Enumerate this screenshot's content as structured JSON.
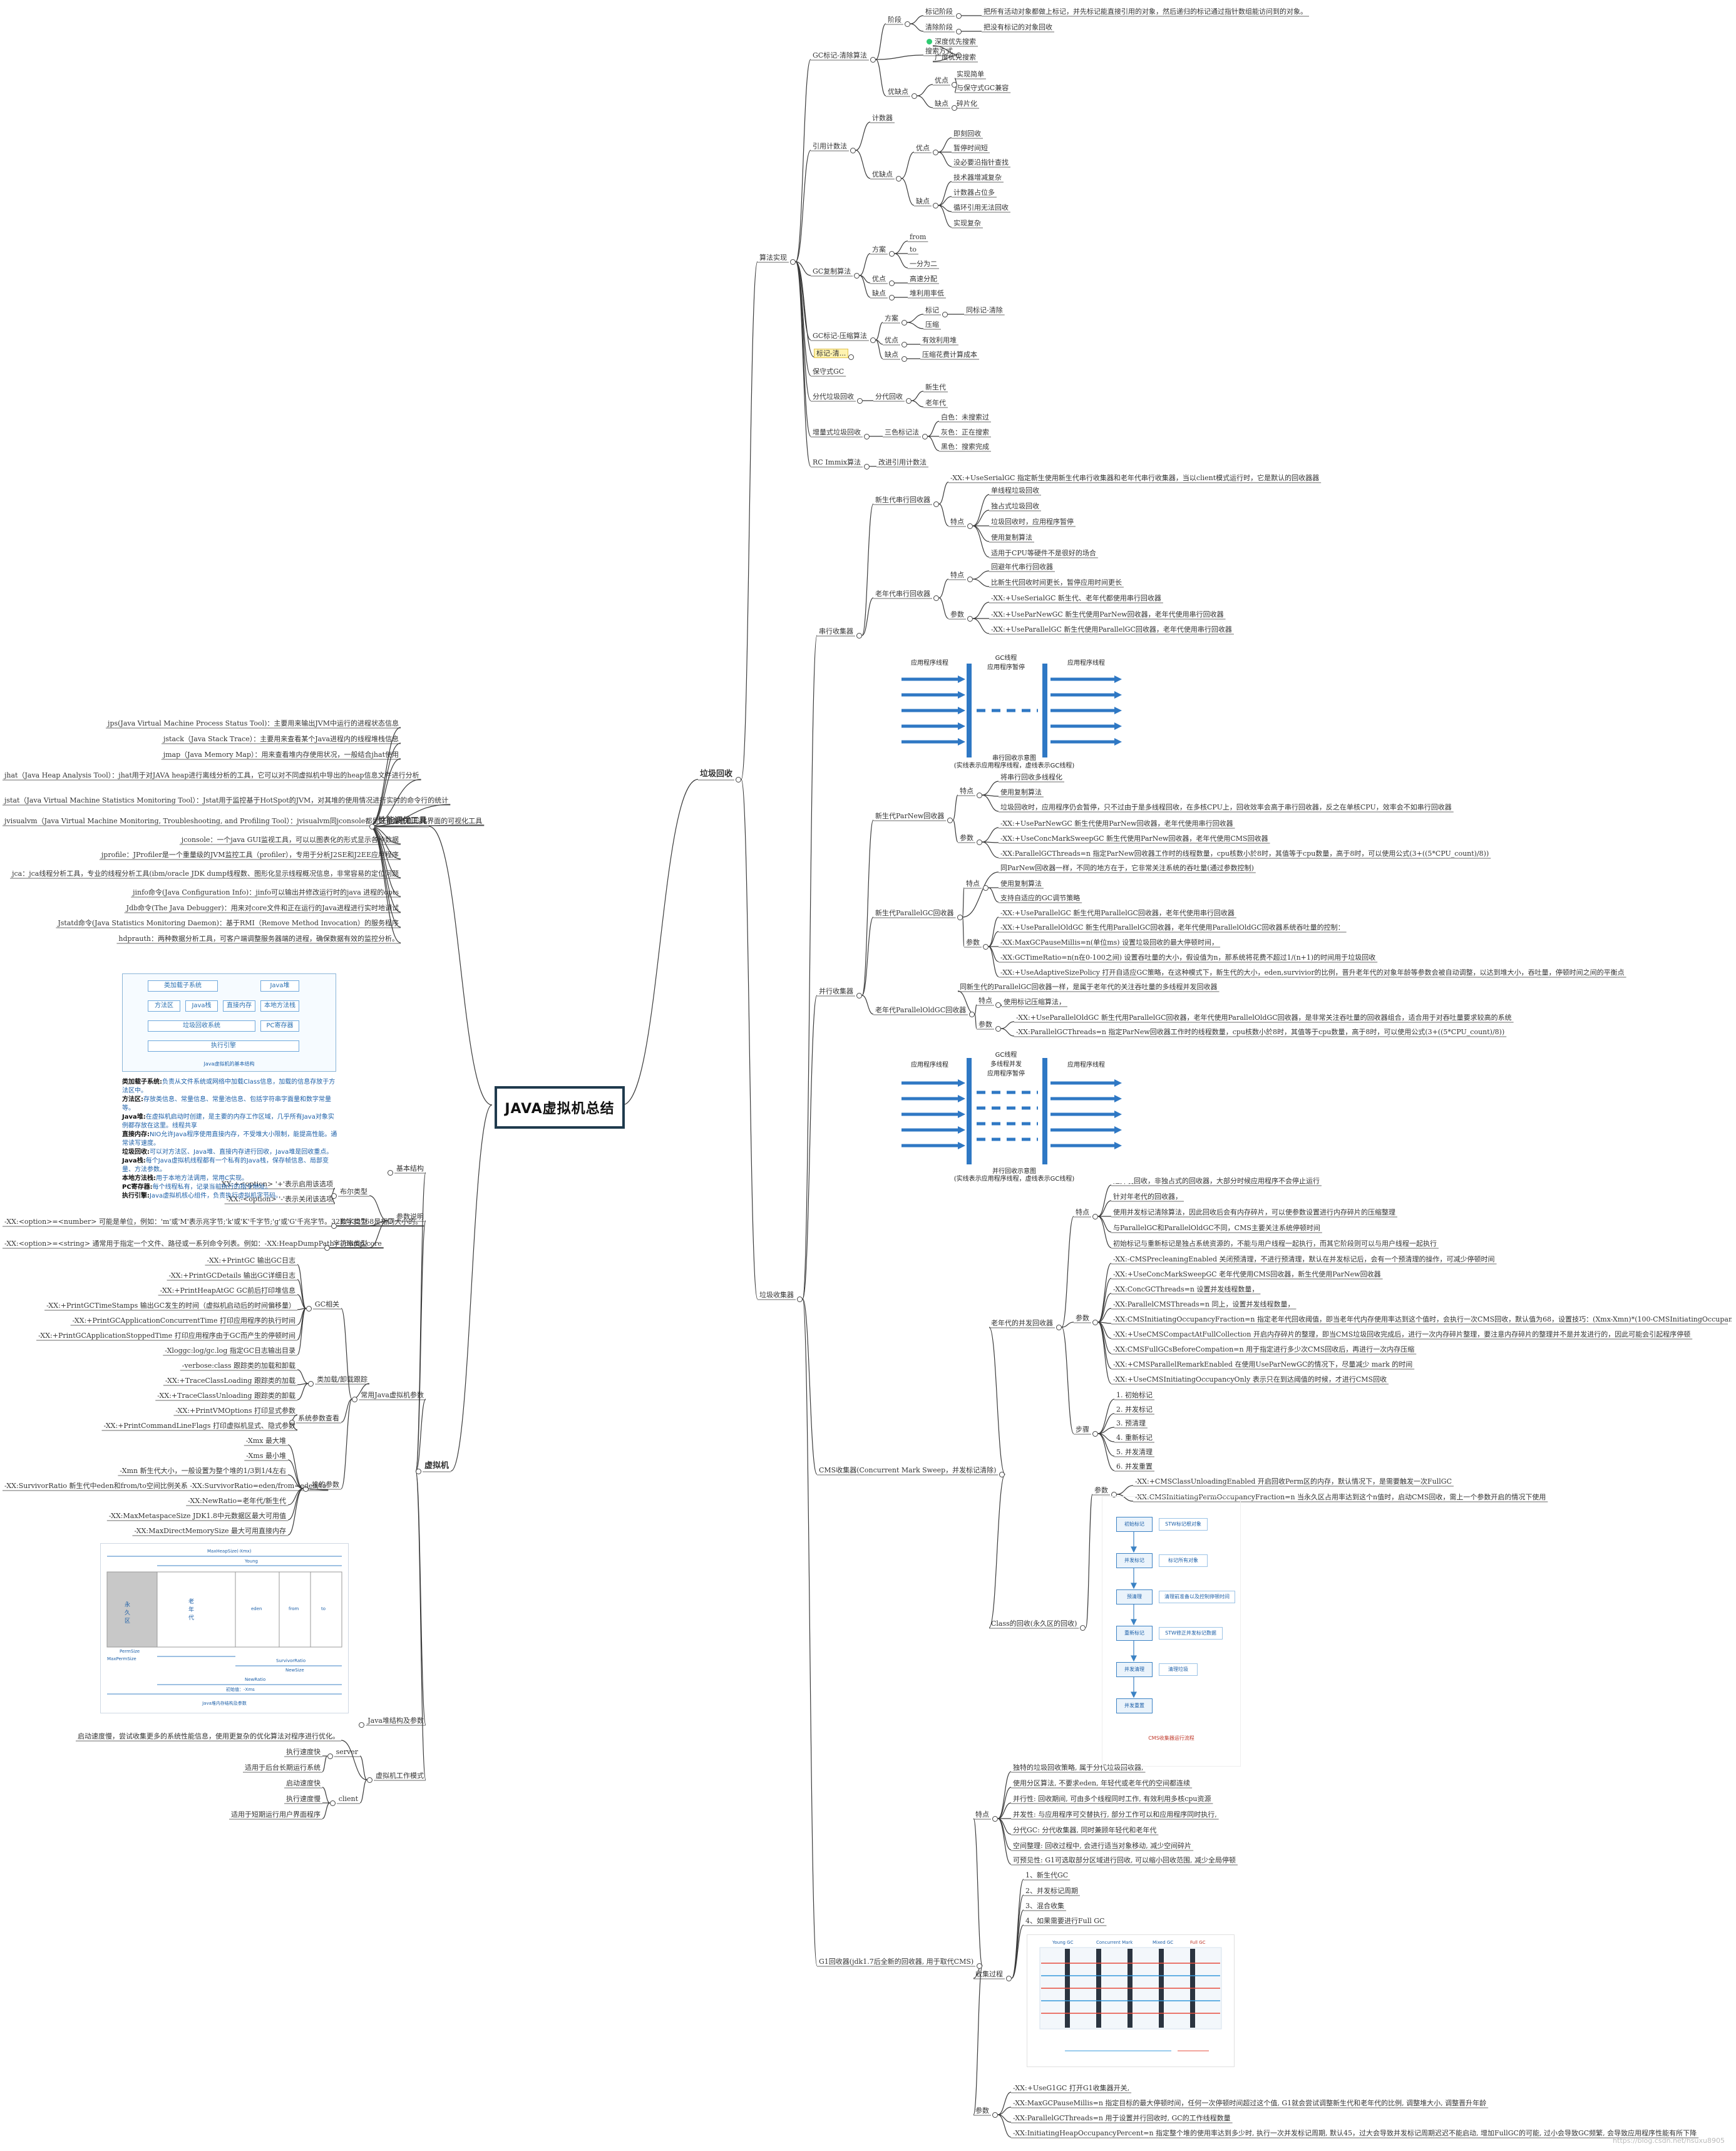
{
  "root": {
    "title": "JAVA虚拟机总结"
  },
  "watermark": "https://blog.csdn.net/hsuxu8905",
  "branches": {
    "gc": "垃圾回收",
    "algo": "算法实现",
    "collectors": "垃圾收集器",
    "tools": "性能调优工具",
    "jvm": "虚拟机"
  },
  "algo": {
    "mark_sweep": {
      "label": "GC标记-清除算法",
      "stage": "阶段",
      "mark": "标记阶段",
      "mark_desc": "把所有活动对象都做上标记，并先标记能直接引用的对象，然后递归的标记通过指针数组能访问到的对象。",
      "sweep": "清除阶段",
      "sweep_desc": "把没有标记的对象回收",
      "search": "搜索方式",
      "dfs": "深度优先搜索",
      "bfs": "广度优先搜索",
      "pros_cons": "优缺点",
      "pro": "优点",
      "p1": "实现简单",
      "p2": "与保守式GC兼容",
      "con": "缺点",
      "c1": "碎片化"
    },
    "ref_count": {
      "label": "引用计数法",
      "counter": "计数器",
      "pros_cons": "优缺点",
      "pro": "优点",
      "p1": "即刻回收",
      "p2": "暂停时间短",
      "p3": "没必要沿指针查找",
      "con": "缺点",
      "c1": "技术器增减复杂",
      "c2": "计数器占位多",
      "c3": "循环引用无法回收",
      "c4": "实现复杂"
    },
    "copying": {
      "label": "GC复制算法",
      "plan": "方案",
      "from": "from",
      "to": "to",
      "half": "一分为二",
      "pros_cons": "优点",
      "p1": "高速分配",
      "con": "缺点",
      "c1": "堆利用率低"
    },
    "mark_compact": {
      "label": "GC标记-压缩算法",
      "plan": "方案",
      "mark": "标记",
      "mark_note": "同标记-清除",
      "compact": "压缩",
      "pro": "优点",
      "p1": "有效利用堆",
      "con": "缺点",
      "c1": "压缩花费计算成本"
    },
    "mark_tidy": "标记-清...",
    "conservative": "保守式GC",
    "generational": {
      "label": "分代垃圾回收",
      "gen": "分代回收",
      "young": "新生代",
      "old": "老年代"
    },
    "incremental": {
      "label": "增量式垃圾回收",
      "tri": "三色标记法",
      "white": "白色：未搜索过",
      "grey": "灰色：正在搜索",
      "black": "黑色：搜索完成"
    },
    "rc_immix": {
      "label": "RC Immix算法",
      "desc": "改进引用计数法"
    }
  },
  "collectors": {
    "serial": {
      "label": "串行收集器",
      "young": "新生代串行回收器",
      "young_flag": "-XX:+UseSerialGC 指定新生使用新生代串行收集器和老年代串行收集器，当以client模式运行时，它是默认的回收器器",
      "young_feat": "特点",
      "yf1": "单线程垃圾回收",
      "yf2": "独占式垃圾回收",
      "yf3": "垃圾回收时，应用程序暂停",
      "yf4": "使用复制算法",
      "yf5": "适用于CPU等硬件不是很好的场合",
      "old": "老年代串行回收器",
      "old_feat": "特点",
      "of1": "回避年代串行回收器",
      "of2": "比新生代回收时间更长，暂停应用时间更长",
      "old_param": "参数",
      "op1": "-XX:+UseSerialGC 新生代、老年代都使用串行回收器",
      "op2": "-XX:+UseParNewGC 新生代使用ParNew回收器，老年代使用串行回收器",
      "op3": "-XX:+UseParallelGC 新生代使用ParallelGC回收器，老年代使用串行回收器",
      "diagram": {
        "app1": "应用程序线程",
        "gc": "GC线程\n应用程序暂停",
        "app2": "应用程序线程",
        "caption1": "串行回收示意图",
        "caption2": "(实线表示应用程序线程，虚线表示GC线程)"
      }
    },
    "parallel": {
      "label": "并行收集器",
      "parnew": "新生代ParNew回收器",
      "pn_feat": "特点",
      "pnf1": "将串行回收多线程化",
      "pnf2": "使用复制算法",
      "pnf3": "垃圾回收时，应用程序仍会暂停，只不过由于是多线程回收，在多核CPU上，回收效率会高于串行回收器，反之在单核CPU，效率会不如串行回收器",
      "pn_param": "参数",
      "pnp1": "-XX:+UseParNewGC 新生代使用ParNew回收器，老年代使用串行回收器",
      "pnp2": "-XX:+UseConcMarkSweepGC 新生代使用ParNew回收器，老年代使用CMS回收器",
      "pnp3": "-XX:ParallelGCThreads=n 指定ParNew回收器工作时的线程数量，cpu核数小於8时，其值等于cpu数量，高于8时，可以使用公式(3+((5*CPU_count)/8))",
      "pg": "新生代ParallelGC回收器",
      "pg_note": "同ParNew回收器一样，不同的地方在于，它非常关注系统的吞吐量(通过参数控制)",
      "pg_feat": "特点",
      "pgf1": "使用复制算法",
      "pgf2": "支持自适应的GC调节策略",
      "pg_param": "参数",
      "pgp1": "-XX:+UseParallelGC          新生代用ParallelGC回收器，老年代使用串行回收器",
      "pgp2": "-XX:+UseParallelOldGC     新生代用ParallelGC回收器，老年代使用ParallelOldGC回收器系统吞吐量的控制：",
      "pgp3": "-XX:MaxGCPauseMillis=n(单位ms)      设置垃圾回收的最大停顿时间，",
      "pgp4": "-XX:GCTimeRatio=n(n在0-100之间)      设置吞吐量的大小，假设值为n，那系统将花费不超过1/(n+1)的时间用于垃圾回收",
      "pgp5": "-XX:+UseAdaptiveSizePolicy        打开自适应GC策略，在这种模式下，新生代的大小，eden,survivior的比例，晋升老年代的对象年龄等参数会被自动调整，以达到堆大小，吞吐量，停顿时间之间的平衡点",
      "po": "老年代ParallelOldGC回收器",
      "po_note": "同新生代的ParallelGC回收器一样，是属于老年代的关注吞吐量的多线程并发回收器",
      "po_feat": "特点",
      "pof1": "使用标记压缩算法，",
      "po_param": "参数",
      "pop1": "-XX:+UseParallelOldGC     新生代用ParallelGC回收器，老年代使用ParallelOldGC回收器，是非常关注吞吐量的回收器组合，适合用于对吞吐量要求较高的系统",
      "pop2": "-XX:ParallelGCThreads=n      指定ParNew回收器工作时的线程数量，cpu核数小於8时，其值等于cpu数量，高于8时，可以使用公式(3+((5*CPU_count)/8))",
      "diagram": {
        "app1": "应用程序线程",
        "gc": "GC线程\n多线程并发\n应用程序暂停",
        "app2": "应用程序线程",
        "caption1": "并行回收示意图",
        "caption2": "(实线表示应用程序线程，虚线表示GC线程)"
      }
    },
    "cms": {
      "label": "CMS收集器(Concurrent Mark Sweep，并发标记清除)",
      "old": "老年代的并发回收器",
      "feat": "特点",
      "f1": "是并发回收，非独占式的回收器，大部分时候应用程序不会停止运行",
      "f2": "针对年老代的回收器，",
      "f3": "使用并发标记清除算法，因此回收后会有内存碎片，可以使参数设置进行内存碎片的压缩整理",
      "f4": "与ParallelGC和ParallelOldGC不同，CMS主要关注系统停顿时间",
      "f5": "初始标记与重新标记是独占系统资源的，不能与用户线程一起执行，而其它阶段则可以与用户线程一起执行",
      "param": "参数",
      "p1": "-XX:-CMSPrecleaningEnabled        关闭预清理，不进行预清理，默认在并发标记后，会有一个预清理的操作，可减少停顿时间",
      "p2": "-XX:+UseConcMarkSweepGC      老年代使用CMS回收器，新生代使用ParNew回收器",
      "p3": "-XX:ConcGCThreads=n      设置并发线程数量，",
      "p4": "-XX:ParallelCMSThreads=n        同上，设置并发线程数量，",
      "p5": "-XX:CMSInitiatingOccupancyFraction=n        指定老年代回收阈值，即当老年代内存使用率达到这个值时，会执行一次CMS回收，默认值为68，设置技巧：(Xmx-Xmn)*(100-CMSInitiatingOccupancyFraction)/100)>=Xmn",
      "p6": "-XX:+UseCMSCompactAtFullCollection        开启内存碎片的整理，即当CMS垃圾回收完成后，进行一次内存碎片整理，要注意内存碎片的整理并不是并发进行的，因此可能会引起程序停顿",
      "p7": "-XX:CMSFullGCsBeforeCompation=n        用于指定进行多少次CMS回收后，再进行一次内存压缩",
      "p8": "-XX:+CMSParallelRemarkEnabled        在使用UseParNewGC的情况下，尽量减少 mark 的时间",
      "p9": "-XX:+UseCMSInitiatingOccupancyOnly        表示只在到达阈值的时候，才进行CMS回收",
      "steps": "步骤",
      "s1": "1. 初始标记",
      "s2": "2. 并发标记",
      "s3": "3. 预清理",
      "s4": "4. 重新标记",
      "s5": "5. 并发清理",
      "s6": "6. 并发重置",
      "class": "Class的回收(永久区的回收)",
      "cparam": "参数",
      "cp1": "-XX:+CMSClassUnloadingEnabled        开启回收Perm区的内存，默认情况下，是需要触发一次FullGC",
      "cp2": "-XX:CMSInitiatingPermOccupancyFraction=n        当永久区占用率达到这个n值时，启动CMS回收，需上一个参数开启的情况下使用",
      "flow": {
        "s1": "初始标记",
        "n1": "STW标记根对象",
        "s2": "并发标记",
        "n2": "标记所有对象",
        "s3": "预清理",
        "n3": "清理前准备以及控制停顿时间",
        "s4": "重新标记",
        "n4": "STW修正并发标记数据",
        "s5": "并发清理",
        "n5": "清理垃圾",
        "s6": "并发重置",
        "foot": "CMS收集器运行流程"
      }
    },
    "g1": {
      "label": "G1回收器(jdk1.7后全新的回收器, 用于取代CMS)",
      "feat": "特点",
      "f1": "独特的垃圾回收策略, 属于分代垃圾回收器,",
      "f2": "使用分区算法, 不要求eden, 年轻代或老年代的空间都连续",
      "f3": "并行性: 回收期间, 可由多个线程同时工作, 有效利用多核cpu资源",
      "f4": "并发性: 与应用程序可交替执行, 部分工作可以和应用程序同时执行,",
      "f5": "分代GC: 分代收集器, 同时兼顾年轻代和老年代",
      "f6": "空间整理: 回收过程中, 会进行适当对象移动, 减少空间碎片",
      "f7": "可预见性: G1可选取部分区域进行回收, 可以缩小回收范围, 减少全局停顿",
      "process": "收集过程",
      "s1": "1、新生代GC",
      "s2": "2、并发标记周期",
      "s3": "3、混合收集",
      "s4": "4、如果需要进行Full GC",
      "param": "参数",
      "p1": "-XX:+UseG1GC        打开G1收集器开关,",
      "p2": "-XX:MaxGCPauseMillis=n        指定目标的最大停顿时间，任何一次停顿时间超过这个值, G1就会尝试调整新生代和老年代的比例, 调整堆大小, 调整晋升年龄",
      "p3": "-XX:ParallelGCThreads=n        用于设置并行回收时, GC的工作线程数量",
      "p4": "-XX:InitiatingHeapOccupancyPercent=n        指定整个堆的使用率达到多少时, 执行一次并发标记周期, 默认45，过大会导致并发标记周期迟迟不能启动, 增加FullGC的可能, 过小会导致GC频繁, 会导致应用程序性能有所下降",
      "diagram": {
        "young": "Young GC",
        "cm": "Concurrent Mark",
        "mixed": "Mixed GC",
        "full": "Full GC"
      }
    }
  },
  "tools": {
    "jps": "jps(Java Virtual Machine Process Status Tool)：主要用来输出JVM中运行的进程状态信息",
    "jstack": "jstack（Java Stack Trace）：主要用来查看某个Java进程内的线程堆栈信息",
    "jmap": "jmap（Java Memory Map）：用来查看堆内存使用状况，一般结合jhat使用",
    "jhat": "jhat（Java Heap Analysis Tool）：jhat用于对JAVA heap进行离线分析的工具，它可以对不同虚拟机中导出的heap信息文件进行分析",
    "jstat": "jstat（Java Virtual Machine Statistics Monitoring Tool）：Jstat用于监控基于HotSpot的JVM，对其堆的使用情况进行实时的命令行的统计",
    "jvisualvm": "jvisualvm（Java Virtual Machine Monitoring, Troubleshooting, and Profiling Tool）：jvisualvm同jconsole都是一个基于图形化界面的可视化工具",
    "jconsole": "jconsole：一个java GUI监视工具，可以以图表化的形式显示各种数据",
    "jprofile": "jprofile：JProfiler是一个重量级的JVM监控工具（profiler），专用于分析J2SE和J2EE应用程序",
    "jca": "jca：jca线程分析工具，专业的线程分析工具(ibm/oracle JDK dump线程数、图形化显示线程概况信息，非常容易的定位问题",
    "jinfo": "jinfo命令(Java Configuration Info)：jinfo可以输出并修改运行时的java 进程的opts",
    "jdb": "Jdb命令(The Java Debugger)：用来对core文件和正在运行的Java进程进行实时地调试",
    "jstatd": "Jstatd命令(Java Statistics Monitoring Daemon)：基于RMI（Remove Method Invocation）的服务程序",
    "hprof": "hdprauth：两种数据分析工具，可客户端调整服务器端的进程，确保数据有效的监控分析。"
  },
  "arch": {
    "loader": "类加载子系统",
    "heap": "Java堆",
    "method": "方法区",
    "stack": "Java栈",
    "direct": "直接内存",
    "native": "本地方法栈",
    "gc": "垃圾回收系统",
    "pc": "PC寄存器",
    "engine": "执行引擎",
    "caption": "Java虚拟机的基本结构"
  },
  "arch_desc": [
    {
      "k": "类加载子系统:",
      "v": "负责从文件系统或网络中加载Class信息，加载的信息存放于方法区中。"
    },
    {
      "k": "方法区:",
      "v": "存放类信息、常量信息、常量池信息、包括字符串字面量和数字常量等。"
    },
    {
      "k": "Java堆:",
      "v": "在虚拟机启动时创建，是主要的内存工作区域，几乎所有Java对象实例都存放在这里。线程共享"
    },
    {
      "k": "直接内存:",
      "v": "NIO允许Java程序使用直接内存，不受堆大小限制，能提高性能。通常读写速度。"
    },
    {
      "k": "垃圾回收:",
      "v": "可以对方法区、Java堆、直接内存进行回收，Java堆是回收重点。"
    },
    {
      "k": "Java栈:",
      "v": "每个Java虚拟机线程都有一个私有的Java栈，保存帧信息、局部变量、方法参数。"
    },
    {
      "k": "本地方法栈:",
      "v": "用于本地方法调用，常用C实现。"
    },
    {
      "k": "PC寄存器:",
      "v": "每个线程私有，记录当前执行的指令地址。"
    },
    {
      "k": "执行引擎:",
      "v": "Java虚拟机核心组件，负责执行虚拟机字节码。"
    }
  ],
  "jvm": {
    "basic": "基本结构",
    "params": "参数说明",
    "boolean": "布尔类型",
    "bool_on": "-XX:+<option> '+'表示启用该选项",
    "bool_off": "-XX:-<option> '-'表示关闭该选项",
    "number": "数字类型",
    "num_desc": "-XX:<option>=<number>  可能是单位，例如：'m'或'M'表示兆字节;'k'或'K'千字节;'g'或'G'千兆字节。32K与32768是相同大小的。",
    "string": "字符串类型",
    "str_desc": "-XX:<option>=<string>  通常用于指定一个文件、路径或一系列命令列表。例如：-XX:HeapDumpPath=./dump.core",
    "common": "常用Java虚拟机参数",
    "gclog": "GC相关",
    "g1": "-XX:+PrintGC 输出GC日志",
    "g2": "-XX:+PrintGCDetails 输出GC详细日志",
    "g3": "-XX:+PrintHeapAtGC GC前后打印堆信息",
    "g4": "-XX:+PrintGCTimeStamps 输出GC发生的时间（虚拟机启动后的时间偏移量）",
    "g5": "-XX:+PrintGCApplicationConcurrentTime 打印应用程序的执行时间",
    "g6": "-XX:+PrintGCApplicationStoppedTime 打印应用程序由于GC而产生的停顿时间",
    "g7": "-Xloggc:log/gc.log 指定GC日志输出目录",
    "classload": "类加载/卸载跟踪",
    "c1": "-verbose:class 跟踪类的加载和卸载",
    "c2": "-XX:+TraceClassLoading 跟踪类的加载",
    "c3": "-XX:+TraceClassUnloading 跟踪类的卸载",
    "sysparam": "系统参数查看",
    "s1": "-XX:+PrintVMOptions 打印显式参数",
    "s2": "-XX:+PrintCommandLineFlags 打印虚拟机显式、隐式参数",
    "heapparam": "堆的参数",
    "h1": "-Xmx 最大堆",
    "h2": "-Xms 最小堆",
    "h3": "-Xmn 新生代大小，一般设置为整个堆的1/3到1/4左右",
    "h4": "-XX:SurvivorRatio 新生代中eden和from/to空间比例关系  -XX:SurvivorRatio=eden/from=eden/to",
    "h5": "-XX:NewRatio=老年代/新生代",
    "h6": "-XX:MaxMetaspaceSize JDK1.8中元数据区最大可用值",
    "h7": "-XX:MaxDirectMemorySize 最大可用直接内存",
    "heapstruct": "Java堆结构及参数",
    "modes": "虚拟机工作模式",
    "mode_note": "启动速度慢，尝试收集更多的系统性能信息，使用更复杂的优化算法对程序进行优化。",
    "server": "server",
    "sv1": "执行速度快",
    "sv2": "适用于后台长期运行系统",
    "client": "client",
    "cl1": "启动速度快",
    "cl2": "执行速度慢",
    "cl3": "适用于短期运行用户界面程序",
    "heap_img": {
      "maxheap": "MaxHeapSize(-Xmx)",
      "young": "Young",
      "perm": "永\n久\n区",
      "eden": "eden",
      "from": "from",
      "to": "to",
      "old": "老\n年\n代",
      "newsize": "NewSize",
      "survivor": "SurvivorRatio",
      "permsize": "PermSize",
      "maxperm": "MaxPermSize",
      "newratio": "NewRatio",
      "initial": "初始值：-Xms",
      "caption": "Java堆内存结构及参数"
    }
  }
}
